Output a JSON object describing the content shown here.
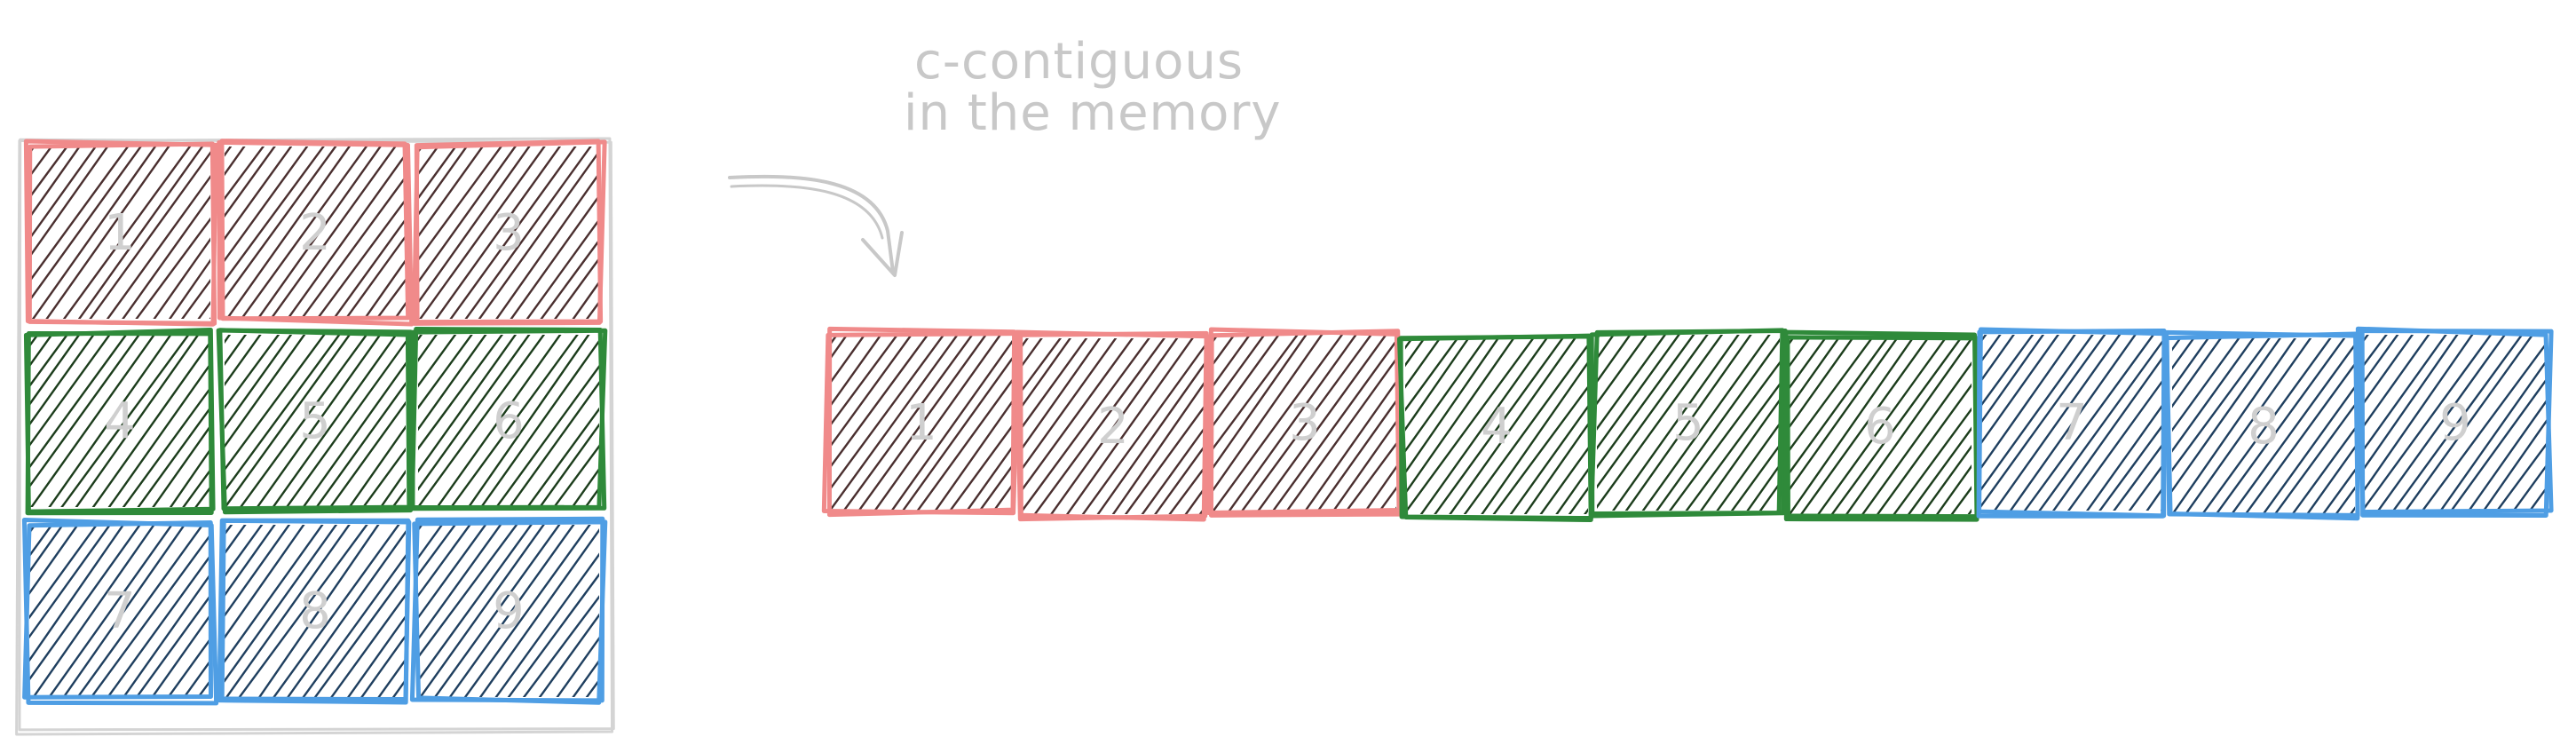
{
  "caption": {
    "line1": "c-contiguous",
    "line2": "in the memory"
  },
  "colors": {
    "row1": "#f08a8a",
    "row2": "#2f8a3a",
    "row3": "#4f9ee4",
    "row1_hatch": "#4a2f2f",
    "row2_hatch": "#1c3d1c",
    "row3_hatch": "#1f3f5f",
    "arrow": "#c8c8c8",
    "outline": "#d4d4d4",
    "label": "#cfcfcf"
  },
  "grid": {
    "rows": [
      {
        "color_key": "row1",
        "labels": [
          "1",
          "2",
          "3"
        ]
      },
      {
        "color_key": "row2",
        "labels": [
          "4",
          "5",
          "6"
        ]
      },
      {
        "color_key": "row3",
        "labels": [
          "7",
          "8",
          "9"
        ]
      }
    ]
  },
  "memory": {
    "cells": [
      {
        "label": "1",
        "color_key": "row1"
      },
      {
        "label": "2",
        "color_key": "row1"
      },
      {
        "label": "3",
        "color_key": "row1"
      },
      {
        "label": "4",
        "color_key": "row2"
      },
      {
        "label": "5",
        "color_key": "row2"
      },
      {
        "label": "6",
        "color_key": "row2"
      },
      {
        "label": "7",
        "color_key": "row3"
      },
      {
        "label": "8",
        "color_key": "row3"
      },
      {
        "label": "9",
        "color_key": "row3"
      }
    ]
  }
}
